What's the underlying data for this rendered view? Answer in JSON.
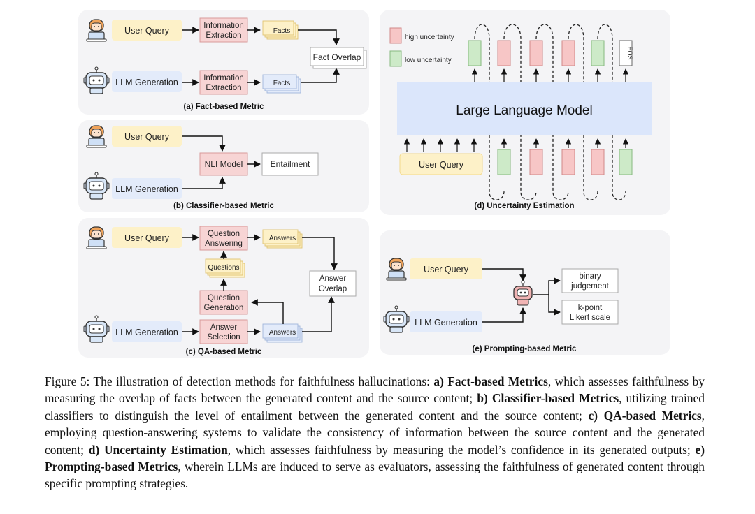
{
  "panels": {
    "a": {
      "title": "(a) Fact-based Metric",
      "user_query": "User Query",
      "llm_generation": "LLM Generation",
      "info_extraction_1": "Information",
      "info_extraction_2": "Extraction",
      "facts": "Facts",
      "fact_overlap": "Fact Overlap"
    },
    "b": {
      "title": "(b) Classifier-based Metric",
      "user_query": "User Query",
      "llm_generation": "LLM Generation",
      "nli_model": "NLI Model",
      "entailment": "Entailment"
    },
    "c": {
      "title": "(c) QA-based Metric",
      "user_query": "User Query",
      "llm_generation": "LLM Generation",
      "question_answering_1": "Question",
      "question_answering_2": "Answering",
      "answers": "Answers",
      "questions": "Questions",
      "question_generation_1": "Question",
      "question_generation_2": "Generation",
      "answer_selection_1": "Answer",
      "answer_selection_2": "Selection",
      "answer_overlap_1": "Answer",
      "answer_overlap_2": "Overlap"
    },
    "d": {
      "title": "(d) Uncertainty Estimation",
      "legend_high": "high uncertainty",
      "legend_low": "low uncertainty",
      "llm": "Large Language Model",
      "user_query": "User Query",
      "eos": "EOS"
    },
    "e": {
      "title": "(e) Prompting-based Metric",
      "user_query": "User Query",
      "llm_generation": "LLM Generation",
      "binary_1": "binary",
      "binary_2": "judgement",
      "likert_1": "k-point",
      "likert_2": "Likert scale"
    }
  },
  "caption": {
    "prefix": "Figure 5: The illustration of detection methods for faithfulness hallucinations: ",
    "a_label": "a) Fact-based Metrics",
    "a_text": ", which assesses faithfulness by measuring the overlap of facts between the generated content and the source content; ",
    "b_label": "b) Classifier-based Metrics",
    "b_text": ", utilizing trained classifiers to distinguish the level of entailment between the generated content and the source content; ",
    "c_label": "c) QA-based Metrics",
    "c_text": ", employing question-answering systems to validate the consistency of information between the source content and the generated content; ",
    "d_label": "d) Uncertainty Estimation",
    "d_text": ", which assesses faithfulness by measuring the model’s confidence in its generated outputs; ",
    "e_label": "e) Prompting-based Metrics",
    "e_text": ", wherein LLMs are induced to serve as evaluators, assessing the faithfulness of generated content through specific prompting strategies."
  },
  "colors": {
    "panel_bg": "#f4f4f6",
    "query_fill": "#fdf1c8",
    "query_stroke": "#f2d98a",
    "gen_fill": "#e3ebfa",
    "process_fill": "#f7d4d4",
    "process_stroke": "#d89a9a",
    "high_token": "#f7c6c6",
    "low_token": "#cdeac8",
    "llm_fill": "#dbe6fb"
  }
}
